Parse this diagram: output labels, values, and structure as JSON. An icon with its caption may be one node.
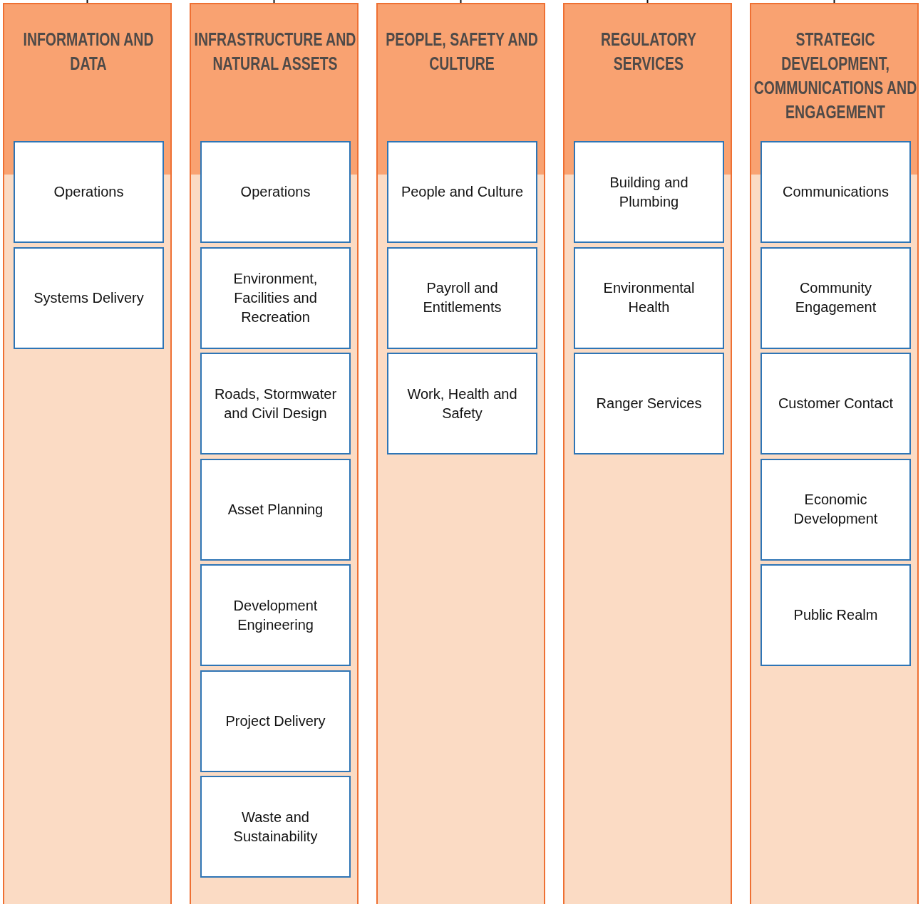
{
  "diagram": {
    "nodes": [
      {
        "text": [
          "INFORMATION AND DATA"
        ]
      },
      {
        "text": [
          "Operations"
        ],
        "in": 0
      },
      {
        "text": [
          "Systems Delivery"
        ],
        "in": 0
      },
      {
        "text": [
          "INFRASTRUCTURE AND NATURAL ASSETS"
        ]
      },
      {
        "text": [
          "Operations"
        ],
        "in": 3
      },
      {
        "text": [
          "Environment, Facilities and Recreation"
        ],
        "in": 3
      },
      {
        "text": [
          "Roads, Stormwater and Civil Design"
        ],
        "in": 3
      },
      {
        "text": [
          "Asset Planning"
        ],
        "in": 3
      },
      {
        "text": [
          "Development Engineering"
        ],
        "in": 3
      },
      {
        "text": [
          "Project Delivery"
        ],
        "in": 3
      },
      {
        "text": [
          "Waste and Sustainability"
        ],
        "in": 3
      },
      {
        "text": [
          "PEOPLE, SAFETY AND CULTURE"
        ]
      },
      {
        "text": [
          "People and Culture"
        ],
        "in": 11
      },
      {
        "text": [
          "Payroll and Entitlements"
        ],
        "in": 11
      },
      {
        "text": [
          "Work, Health and Safety"
        ],
        "in": 11
      },
      {
        "text": [
          "REGULATORY SERVICES"
        ]
      },
      {
        "text": [
          "Building and Plumbing"
        ],
        "in": 15
      },
      {
        "text": [
          "Environmental Health"
        ],
        "in": 15
      },
      {
        "text": [
          "Ranger Services"
        ],
        "in": 15
      },
      {
        "text": [
          "STRATEGIC DEVELOPMENT, COMMUNICATIONS AND ENGAGEMENT"
        ]
      },
      {
        "text": [
          "Communications"
        ],
        "in": 19
      },
      {
        "text": [
          "Community Engagement"
        ],
        "in": 19
      },
      {
        "text": [
          "Customer Contact"
        ],
        "in": 19
      },
      {
        "text": [
          "Economic Development"
        ],
        "in": 19
      },
      {
        "text": [
          "Public Realm"
        ],
        "in": 19
      }
    ],
    "edges": [
      {
        "from": null,
        "to": 0,
        "arrow": "none"
      },
      {
        "from": null,
        "to": 3,
        "arrow": "none"
      },
      {
        "from": null,
        "to": 11,
        "arrow": "none"
      },
      {
        "from": null,
        "to": 15,
        "arrow": "none"
      },
      {
        "from": null,
        "to": 19,
        "arrow": "none"
      }
    ]
  }
}
